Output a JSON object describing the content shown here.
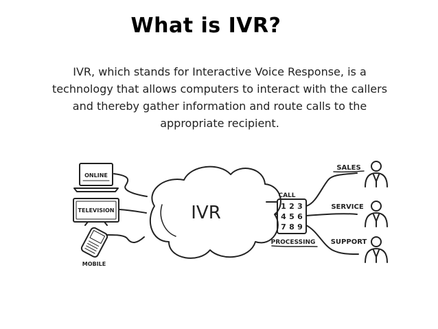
{
  "title": "What is IVR?",
  "description": {
    "lines": [
      "IVR, which stands for Interactive Voice Response, is a",
      "technology that allows computers to interact with the callers",
      "and thereby gather information and route calls to the",
      "appropriate recipient."
    ]
  },
  "diagram": {
    "sources": {
      "online": "ONLINE",
      "television": "TELEVISION",
      "mobile": "MOBILE"
    },
    "cloud_label": "IVR",
    "keypad": {
      "top_label": "CALL",
      "bottom_label": "PROCESSING",
      "keys": [
        "1",
        "2",
        "3",
        "4",
        "5",
        "6",
        "7",
        "8",
        "9"
      ]
    },
    "destinations": {
      "sales": "SALES",
      "service": "SERVICE",
      "support": "SUPPORT"
    }
  }
}
